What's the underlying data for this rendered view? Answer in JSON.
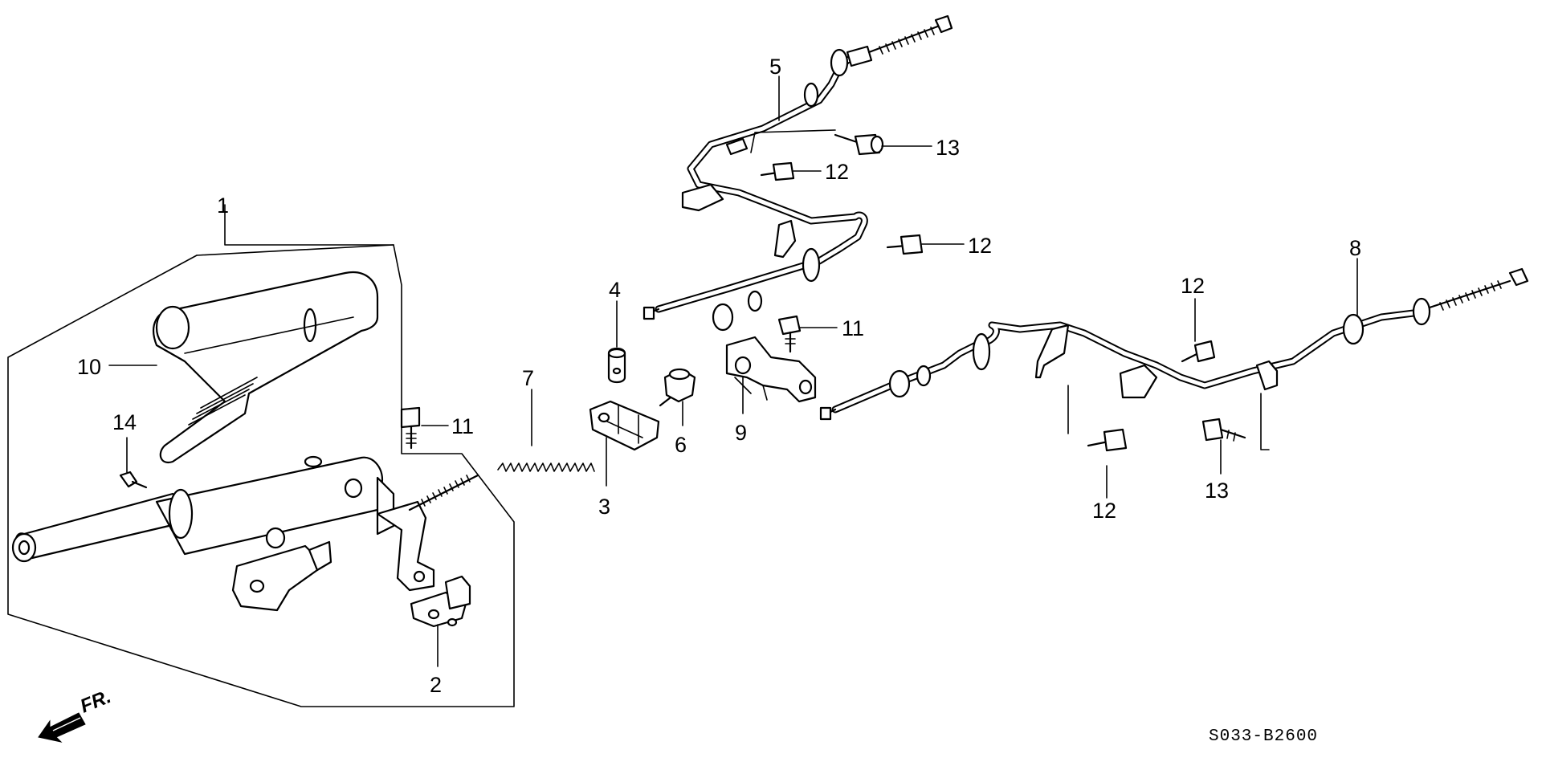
{
  "callouts": {
    "c1": "1",
    "c2": "2",
    "c3": "3",
    "c4": "4",
    "c5": "5",
    "c6": "6",
    "c7": "7",
    "c8": "8",
    "c9": "9",
    "c10": "10",
    "c11a": "11",
    "c11b": "11",
    "c12a": "12",
    "c12b": "12",
    "c12c": "12",
    "c12d": "12",
    "c13a": "13",
    "c13b": "13",
    "c14": "14"
  },
  "front_indicator": "FR.",
  "diagram_code": "S033-B2600"
}
